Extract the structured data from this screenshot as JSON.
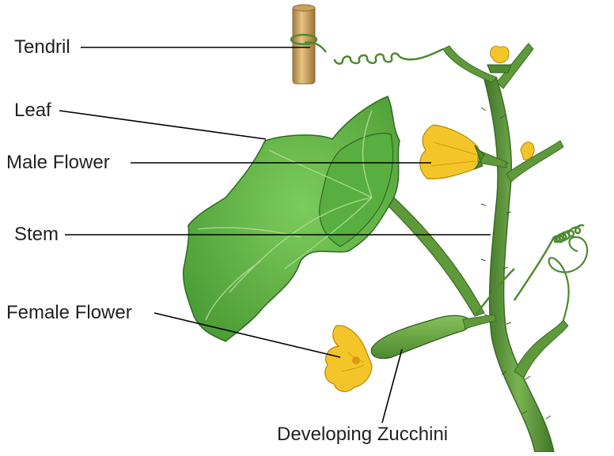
{
  "labels": {
    "tendril": "Tendril",
    "leaf": "Leaf",
    "male_flower": "Male Flower",
    "stem": "Stem",
    "female_flower": "Female Flower",
    "developing_zucchini": "Developing Zucchini"
  },
  "colors": {
    "stem": "#5e9a3a",
    "stem_dark": "#3f7428",
    "leaf": "#63b84a",
    "leaf_dark": "#3f8a2e",
    "leaf_vein": "#a8d98c",
    "flower": "#f4c528",
    "flower_dark": "#d69a12",
    "stake": "#d9b46a",
    "stake_dark": "#a07a3a",
    "leader_line": "#000000"
  }
}
